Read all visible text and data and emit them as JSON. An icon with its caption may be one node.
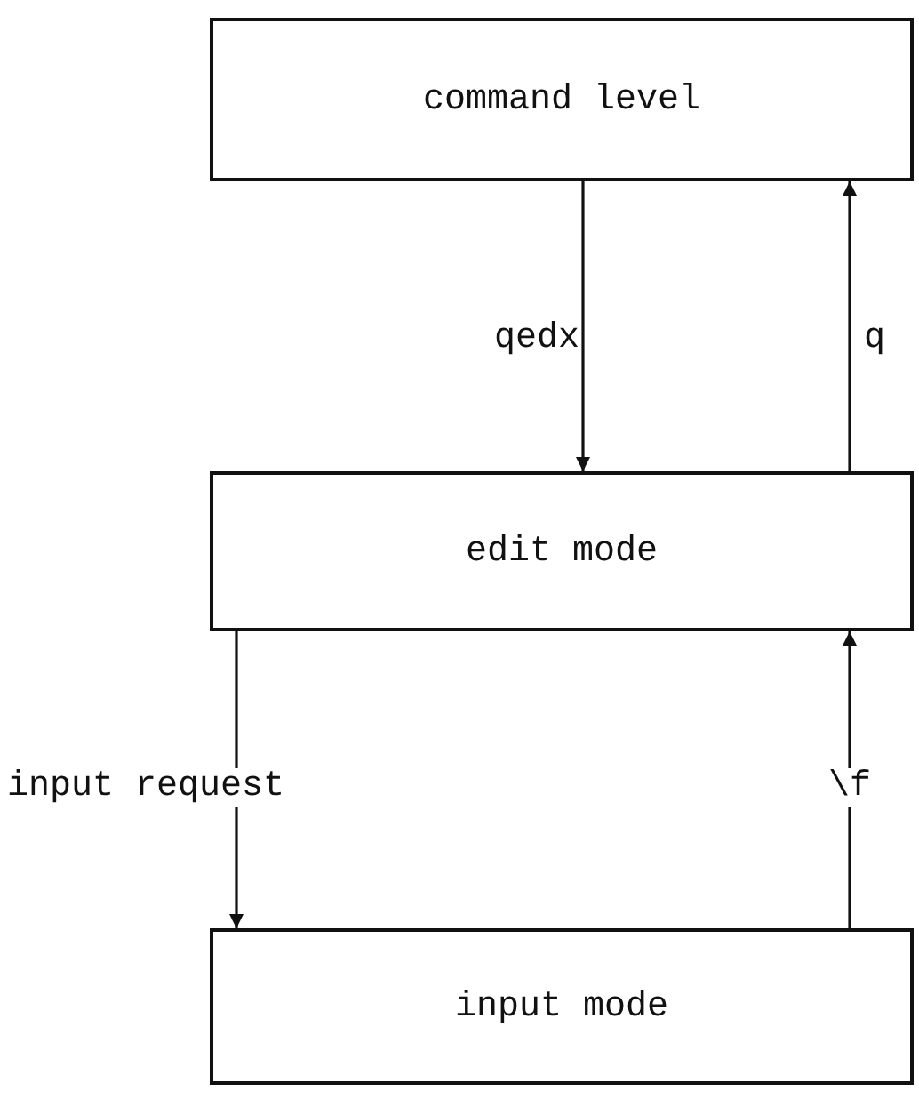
{
  "diagram": {
    "nodes": [
      {
        "text": [
          "command level"
        ]
      },
      {
        "text": [
          "edit mode"
        ]
      },
      {
        "text": [
          "input mode"
        ]
      }
    ],
    "edges": [
      {
        "from": 0,
        "to": 1,
        "arrow": "to",
        "label": "qedx"
      },
      {
        "from": 1,
        "to": 0,
        "arrow": "to",
        "label": "q"
      },
      {
        "from": 1,
        "to": 2,
        "arrow": "to",
        "label": "input request"
      },
      {
        "from": 2,
        "to": 1,
        "arrow": "to",
        "label": "\\f"
      }
    ]
  }
}
